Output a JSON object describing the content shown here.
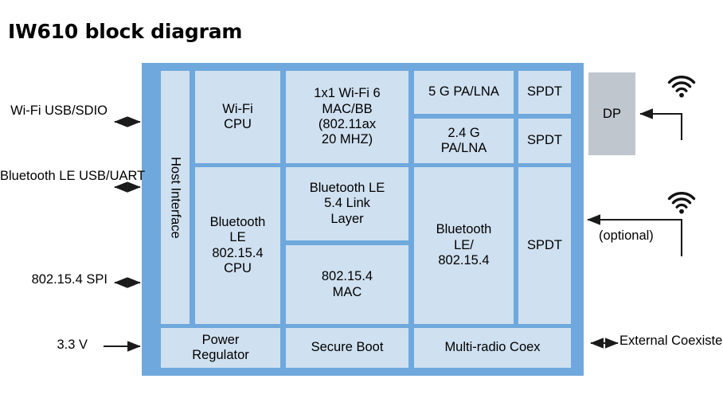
{
  "title": "IW610 block diagram",
  "colors": {
    "chip_border": "#6fa8dc",
    "block_fill": "#cfe0f0",
    "dp_fill": "#c0c6ce",
    "line": "#1a1a1a",
    "text": "#000000"
  },
  "chip": {
    "host_interface": "Host Interface",
    "blocks": {
      "wifi_cpu": "Wi-Fi\nCPU",
      "wifi_cpu_lines": [
        "Wi-Fi",
        "CPU"
      ],
      "wifi_mac_bb_lines": [
        "1x1 Wi-Fi 6",
        "MAC/BB",
        "(802.11ax",
        "20 MHZ)"
      ],
      "pa_5g": "5 G PA/LNA",
      "pa_24g_lines": [
        "2.4 G",
        "PA/LNA"
      ],
      "spdt_1": "SPDT",
      "spdt_2": "SPDT",
      "spdt_3": "SPDT",
      "ble_cpu_lines": [
        "Bluetooth",
        "LE",
        "802.15.4",
        "CPU"
      ],
      "ble_link_lines": [
        "Bluetooth LE",
        "5.4 Link",
        "Layer"
      ],
      "mac_802154_lines": [
        "802.15.4",
        "MAC"
      ],
      "ble_154_radio_lines": [
        "Bluetooth",
        "LE/",
        "802.15.4"
      ],
      "power_regulator_lines": [
        "Power",
        "Regulator"
      ],
      "secure_boot": "Secure Boot",
      "multi_radio_coex": "Multi-radio Coex"
    }
  },
  "external": {
    "dp": "DP",
    "optional_note": "(optional)",
    "external_coex_lines": [
      "External",
      "Coexistence"
    ],
    "antenna_top_icon": "wifi-antenna-icon",
    "antenna_bottom_icon": "wifi-antenna-icon"
  },
  "ports": [
    {
      "lines": [
        "Wi-Fi",
        "USB/SDIO"
      ],
      "arrow": "bidirectional"
    },
    {
      "lines": [
        "Bluetooth LE",
        "USB/UART"
      ],
      "arrow": "bidirectional"
    },
    {
      "lines": [
        "802.15.4",
        "SPI"
      ],
      "arrow": "bidirectional"
    },
    {
      "lines": [
        "3.3 V"
      ],
      "arrow": "unidirectional-right"
    }
  ]
}
